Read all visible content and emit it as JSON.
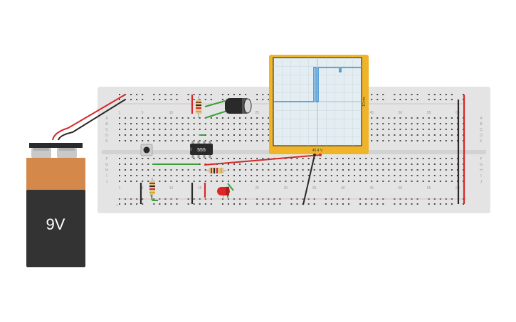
{
  "canvas": {
    "background": "#ffffff"
  },
  "breadboard": {
    "color": "#e4e4e4",
    "column_numbers": [
      "1",
      "5",
      "10",
      "15",
      "20",
      "25",
      "30",
      "35",
      "40",
      "45",
      "50",
      "55",
      "60"
    ],
    "row_letters_top": [
      "A",
      "B",
      "C",
      "D",
      "E"
    ],
    "row_letters_bottom": [
      "F",
      "G",
      "H",
      "I",
      "J"
    ],
    "rail_plus_symbol": "+",
    "rail_minus_symbol": "−"
  },
  "battery": {
    "label": "9V",
    "top_color": "#d4894a",
    "body_color": "#333333"
  },
  "ic_chip": {
    "label": "555",
    "color": "#2a2a2a"
  },
  "oscilloscope": {
    "frame_color": "#f0b429",
    "screen_color": "#e4eef2",
    "trace_color": "#3b8fd4",
    "time_label": "10 ms",
    "footer_label": "40.4 V"
  },
  "wire_colors": {
    "red": "#d62828",
    "black": "#2a2a2a",
    "green": "#3aa13a"
  }
}
